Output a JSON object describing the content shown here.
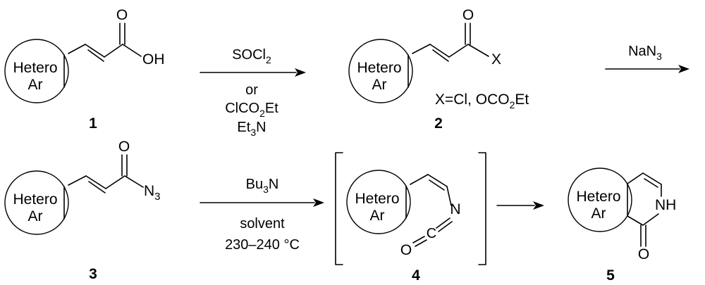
{
  "compounds": {
    "c1": {
      "number": "1",
      "ring_line1": "Hetero",
      "ring_line2": "Ar",
      "substituent": "OH",
      "carbonyl_o": "O"
    },
    "c2": {
      "number": "2",
      "ring_line1": "Hetero",
      "ring_line2": "Ar",
      "substituent": "X",
      "carbonyl_o": "O",
      "note": "X=Cl, OCO",
      "note_sub": "2",
      "note_tail": "Et"
    },
    "c3": {
      "number": "3",
      "ring_line1": "Hetero",
      "ring_line2": "Ar",
      "substituent": "N",
      "substituent_sub": "3",
      "carbonyl_o": "O"
    },
    "c4": {
      "number": "4",
      "ring_line1": "Hetero",
      "ring_line2": "Ar",
      "atom_o": "O",
      "atom_c": "C",
      "atom_n": "N"
    },
    "c5": {
      "number": "5",
      "ring_line1": "Hetero",
      "ring_line2": "Ar",
      "nh": "NH",
      "carbonyl_o": "O"
    }
  },
  "steps": {
    "s1": {
      "line1": "SOCl",
      "line1_sub": "2",
      "line2": "or",
      "line3a": "ClCO",
      "line3_sub": "2",
      "line3b": "Et",
      "line4a": "Et",
      "line4_sub": "3",
      "line4b": "N"
    },
    "s2": {
      "reagent": "NaN",
      "reagent_sub": "3"
    },
    "s3": {
      "line1a": "Bu",
      "line1_sub": "3",
      "line1b": "N",
      "line2": "solvent",
      "line3": "230–240 °C"
    }
  }
}
